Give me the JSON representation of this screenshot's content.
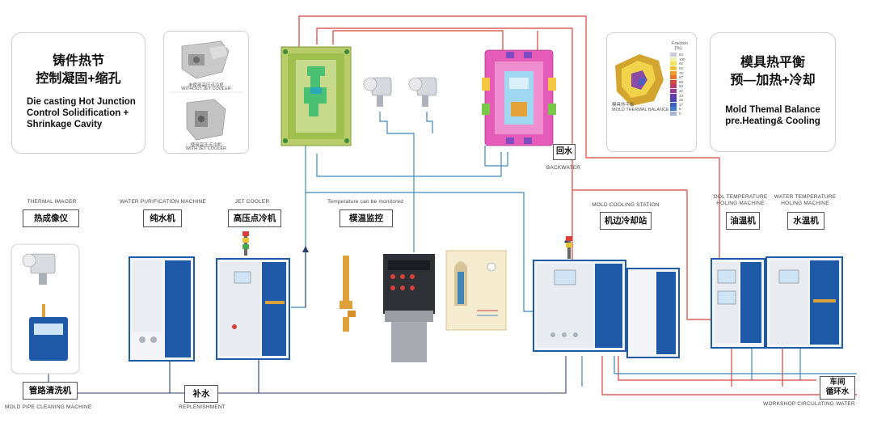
{
  "left_card": {
    "title_zh_1": "铸件热节",
    "title_zh_2": "控制凝固+缩孔",
    "title_en_1": "Die casting Hot Junction",
    "title_en_2": "Control Solidification +",
    "title_en_3": "Shrinkage Cavity"
  },
  "right_card": {
    "title_zh_1": "模具热平衡",
    "title_zh_2": "预—加热+冷却",
    "title_en_1": "Mold Themal Balance",
    "title_en_2": "pre.Heating& Cooling"
  },
  "comparison_card": {
    "top_caption": "未使用高压点冷机",
    "top_caption_en": "WITHOUT JET COOLER",
    "bottom_caption": "使用高压点冷机",
    "bottom_caption_en": "WITH JET COOLER"
  },
  "thermal_card": {
    "legend_title_1": "Fraction",
    "legend_title_2": "[%]",
    "legend_values": [
      "84",
      "100",
      "92",
      "83",
      "75",
      "67",
      "58",
      "50",
      "42",
      "33",
      "25",
      "17",
      "8",
      "0"
    ],
    "legend_colors": [
      "#c9ccdc",
      "#f3f0a8",
      "#f4e15c",
      "#f2c33a",
      "#ef9c2c",
      "#e7742b",
      "#d8483a",
      "#c03a6c",
      "#9a3b98",
      "#6a3aa8",
      "#4a45b3",
      "#3d5fbf",
      "#3d80c9",
      "#a9b4d4"
    ],
    "caption_zh": "模具热平衡",
    "caption_en": "MOLD THERMAL BALANCE"
  },
  "equipment": {
    "thermal_imager_en": "THERMAL IMAGER",
    "thermal_imager_zh": "热成像仪",
    "water_purification_en": "WATER PURIFICATION MACHINE",
    "water_purification_zh": "纯水机",
    "jet_cooler_en": "JET COOLER",
    "jet_cooler_zh": "高压点冷机",
    "temp_monitor_en": "Temperature can be monitored",
    "temp_monitor_zh": "模温监控",
    "mold_cooling_en": "MOLD COOLING STATION",
    "mold_cooling_zh": "机边冷却站",
    "oil_temp_en_1": "OOL TEMPERATURE",
    "oil_temp_en_2": "HOLING MACHINE",
    "oil_temp_zh": "油温机",
    "water_temp_en_1": "WATER TEMPERATURE",
    "water_temp_en_2": "HOLING MACHINE",
    "water_temp_zh": "水温机",
    "backwater_zh": "回水",
    "backwater_en": "BACKWATER",
    "replenish_zh": "补水",
    "replenish_en": "REPLENISHMENT",
    "pipe_cleaning_zh": "管路清洗机",
    "pipe_cleaning_en": "MOLD PIPE CLEANING MACHINE",
    "workshop_zh_1": "车间",
    "workshop_zh_2": "循环水",
    "workshop_en": "WORKSHOP CIRCULATING WATER"
  },
  "colors": {
    "red_line": "#d8403c",
    "blue_line": "#3f86b8",
    "navy_line": "#2c3e6a",
    "machine_blue": "#1e5aa8"
  }
}
